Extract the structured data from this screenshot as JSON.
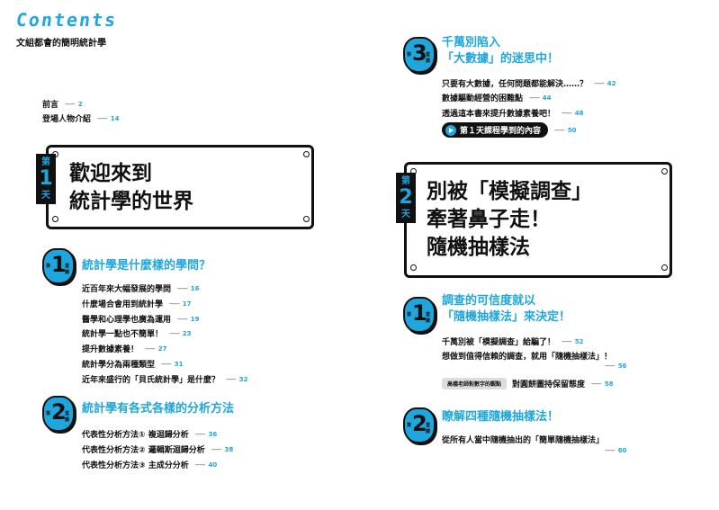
{
  "header": {
    "brand": "Contents",
    "subtitle": "文組都會的簡明統計學"
  },
  "intro": [
    {
      "label": "前言",
      "page": "2"
    },
    {
      "label": "登場人物介紹",
      "page": "14"
    }
  ],
  "day1": {
    "tab_top": "第",
    "tab_num": "1",
    "tab_bottom": "天",
    "title_lines": [
      "歡迎來到",
      "統計學的世界"
    ],
    "lessons": [
      {
        "badge_num": "1",
        "badge_text": "堂課",
        "title_lines": [
          "統計學是什麼樣的學問？"
        ],
        "items": [
          {
            "label": "近百年來大幅發展的學問",
            "page": "16"
          },
          {
            "label": "什麼場合會用到統計學",
            "page": "17"
          },
          {
            "label": "醫學和心理學也廣為運用",
            "page": "19"
          },
          {
            "label": "統計學一點也不簡單！",
            "page": "23"
          },
          {
            "label": "提升數據素養！",
            "page": "27"
          },
          {
            "label": "統計學分為兩種類型",
            "page": "31"
          },
          {
            "label": "近年來盛行的「貝氏統計學」是什麼？",
            "page": "32"
          }
        ]
      },
      {
        "badge_num": "2",
        "badge_text": "堂課",
        "title_lines": [
          "統計學有各式各樣的分析方法"
        ],
        "items": [
          {
            "label": "代表性分析方法① 複迴歸分析",
            "page": "36"
          },
          {
            "label": "代表性分析方法② 邏輯斯迴歸分析",
            "page": "38"
          },
          {
            "label": "代表性分析方法③ 主成分分析",
            "page": "40"
          }
        ]
      },
      {
        "badge_num": "3",
        "badge_text": "堂課",
        "title_lines": [
          "千萬別陷入",
          "「大數據」的迷思中！"
        ],
        "items": [
          {
            "label": "只要有大數據，任何問題都能解決……？",
            "page": "42"
          },
          {
            "label": "數據驅動經營的困難點",
            "page": "44"
          },
          {
            "label": "透過這本書來提升數據素養吧！",
            "page": "48"
          }
        ]
      }
    ],
    "summary": {
      "label": "第１天課程學到的內容",
      "page": "50"
    }
  },
  "day2": {
    "tab_top": "第",
    "tab_num": "2",
    "tab_bottom": "天",
    "title_lines": [
      "別被「模擬調查」",
      "牽著鼻子走！",
      "隨機抽樣法"
    ],
    "lessons": [
      {
        "badge_num": "1",
        "badge_text": "堂課",
        "title_lines": [
          "調查的可信度就以",
          "「隨機抽樣法」來決定！"
        ],
        "items": [
          {
            "label": "千萬別被「模擬調查」給騙了！",
            "page": "52"
          },
          {
            "label": "想做到值得信賴的調查，就用「隨機抽樣法」！",
            "page": "56"
          }
        ],
        "tag_item": {
          "tag": "高橋老師對數字的觀點",
          "label": "對圓餅圖持保留態度",
          "page": "58"
        }
      },
      {
        "badge_num": "2",
        "badge_text": "堂課",
        "title_lines": [
          "瞭解四種隨機抽樣法！"
        ],
        "items": [
          {
            "label": "從所有人當中隨機抽出的「簡單隨機抽樣法」",
            "page": "60"
          }
        ]
      }
    ]
  },
  "colors": {
    "accent": "#1fa6dc",
    "ink": "#111111"
  }
}
